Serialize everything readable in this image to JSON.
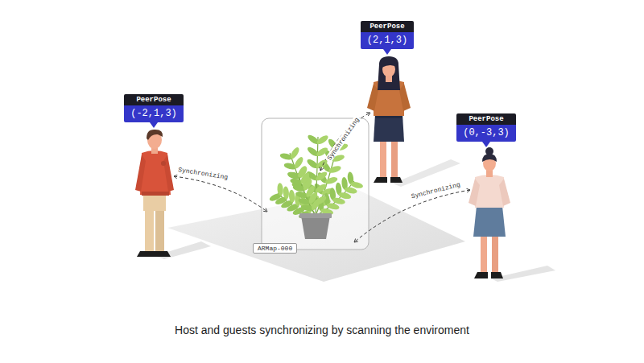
{
  "diagram": {
    "caption": "Host and guests synchronizing by scanning the enviroment",
    "nodes": [
      {
        "text": [
          "PeerPose",
          "(-2,1,3)"
        ]
      },
      {
        "text": [
          "PeerPose",
          "(2,1,3)"
        ]
      },
      {
        "text": [
          "PeerPose",
          "(0,-3,3)"
        ]
      },
      {
        "text": [
          "ARMap-000"
        ]
      }
    ],
    "labels": [
      "Synchronizing",
      "Synchronizing",
      "Synchronizing"
    ]
  }
}
